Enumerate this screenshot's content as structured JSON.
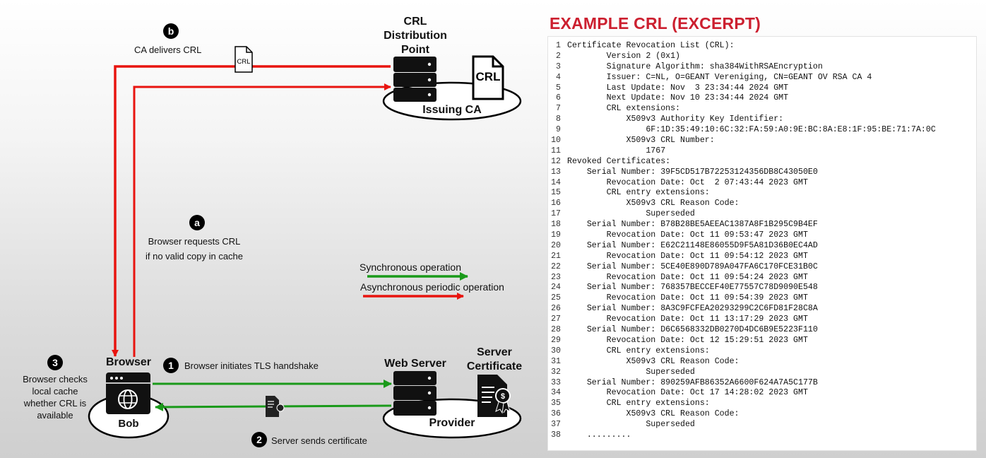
{
  "nodes": {
    "crl_distribution_point": "CRL\nDistribution\nPoint",
    "issuing_ca": "Issuing CA",
    "crl_doc_large": "CRL",
    "crl_doc_small": "CRL",
    "browser": "Browser",
    "bob": "Bob",
    "web_server": "Web Server",
    "server_certificate": "Server\nCertificate",
    "provider": "Provider"
  },
  "steps": {
    "a": {
      "badge": "a",
      "text": "Browser requests CRL\nif no valid copy in cache"
    },
    "b": {
      "badge": "b",
      "text": "CA delivers CRL"
    },
    "s1": {
      "badge": "1",
      "text": "Browser initiates TLS handshake"
    },
    "s2": {
      "badge": "2",
      "text": "Server sends certificate"
    },
    "s3": {
      "badge": "3",
      "text": "Browser checks\nlocal cache\nwhether CRL is\navailable"
    }
  },
  "legend": {
    "sync": {
      "label": "Synchronous operation",
      "color": "#1a9a1a"
    },
    "async": {
      "label": "Asynchronous periodic operation",
      "color": "#e8140f"
    }
  },
  "colors": {
    "sync": "#1a9a1a",
    "async": "#e8140f",
    "title": "#cc1f2f"
  },
  "panel": {
    "title": "EXAMPLE CRL (EXCERPT)",
    "lines": [
      {
        "n": "1",
        "t": "Certificate Revocation List (CRL):"
      },
      {
        "n": "2",
        "t": "        Version 2 (0x1)"
      },
      {
        "n": "3",
        "t": "        Signature Algorithm: sha384WithRSAEncryption"
      },
      {
        "n": "4",
        "t": "        Issuer: C=NL, O=GEANT Vereniging, CN=GEANT OV RSA CA 4"
      },
      {
        "n": "5",
        "t": "        Last Update: Nov  3 23:34:44 2024 GMT"
      },
      {
        "n": "6",
        "t": "        Next Update: Nov 10 23:34:44 2024 GMT"
      },
      {
        "n": "7",
        "t": "        CRL extensions:"
      },
      {
        "n": "8",
        "t": "            X509v3 Authority Key Identifier:"
      },
      {
        "n": "9",
        "t": "                6F:1D:35:49:10:6C:32:FA:59:A0:9E:BC:8A:E8:1F:95:BE:71:7A:0C"
      },
      {
        "n": "10",
        "t": "            X509v3 CRL Number:"
      },
      {
        "n": "11",
        "t": "                1767"
      },
      {
        "n": "12",
        "t": "Revoked Certificates:"
      },
      {
        "n": "13",
        "t": "    Serial Number: 39F5CD517B72253124356DB8C43050E0"
      },
      {
        "n": "14",
        "t": "        Revocation Date: Oct  2 07:43:44 2023 GMT"
      },
      {
        "n": "15",
        "t": "        CRL entry extensions:"
      },
      {
        "n": "16",
        "t": "            X509v3 CRL Reason Code:"
      },
      {
        "n": "17",
        "t": "                Superseded"
      },
      {
        "n": "18",
        "t": "    Serial Number: B78B28BE5AEEAC1387A8F1B295C9B4EF"
      },
      {
        "n": "19",
        "t": "        Revocation Date: Oct 11 09:53:47 2023 GMT"
      },
      {
        "n": "20",
        "t": "    Serial Number: E62C21148E86055D9F5A81D36B0EC4AD"
      },
      {
        "n": "21",
        "t": "        Revocation Date: Oct 11 09:54:12 2023 GMT"
      },
      {
        "n": "22",
        "t": "    Serial Number: 5CE40E890D789A047FA6C170FCE31B0C"
      },
      {
        "n": "23",
        "t": "        Revocation Date: Oct 11 09:54:24 2023 GMT"
      },
      {
        "n": "24",
        "t": "    Serial Number: 768357BECCEF40E77557C78D9090E548"
      },
      {
        "n": "25",
        "t": "        Revocation Date: Oct 11 09:54:39 2023 GMT"
      },
      {
        "n": "26",
        "t": "    Serial Number: 8A3C9FCFEA20293299C2C6FD81F28C8A"
      },
      {
        "n": "27",
        "t": "        Revocation Date: Oct 11 13:17:29 2023 GMT"
      },
      {
        "n": "28",
        "t": "    Serial Number: D6C6568332DB0270D4DC6B9E5223F110"
      },
      {
        "n": "29",
        "t": "        Revocation Date: Oct 12 15:29:51 2023 GMT"
      },
      {
        "n": "30",
        "t": "        CRL entry extensions:"
      },
      {
        "n": "31",
        "t": "            X509v3 CRL Reason Code:"
      },
      {
        "n": "32",
        "t": "                Superseded"
      },
      {
        "n": "33",
        "t": "    Serial Number: 890259AFB86352A6600F624A7A5C177B"
      },
      {
        "n": "34",
        "t": "        Revocation Date: Oct 17 14:28:02 2023 GMT"
      },
      {
        "n": "35",
        "t": "        CRL entry extensions:"
      },
      {
        "n": "36",
        "t": "            X509v3 CRL Reason Code:"
      },
      {
        "n": "37",
        "t": "                Superseded"
      },
      {
        "n": "38",
        "t": "    ........."
      }
    ]
  }
}
